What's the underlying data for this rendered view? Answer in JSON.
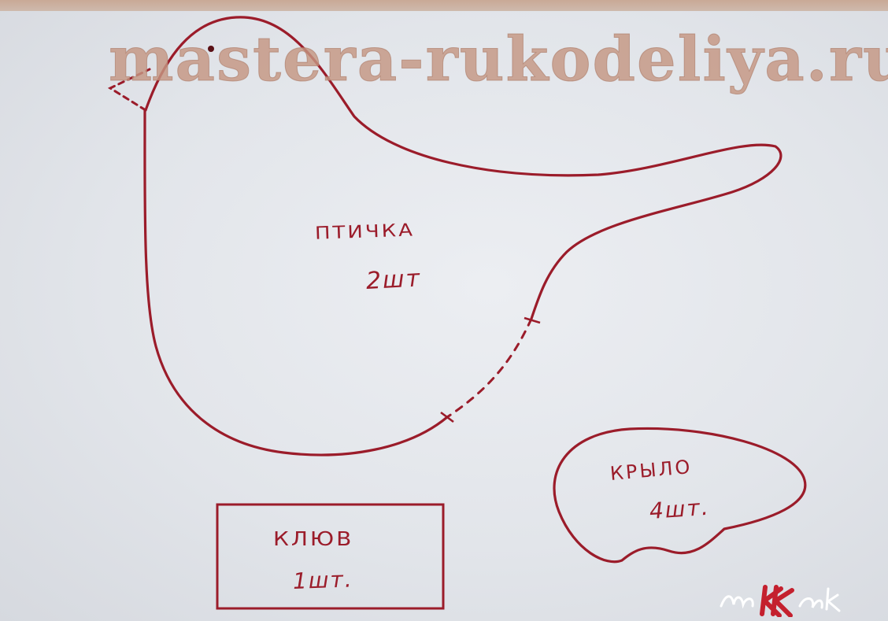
{
  "watermark": "mastera-rukodeliya.ru",
  "labels": {
    "bird_name": "ПТИЧКА",
    "bird_count": "2шт",
    "beak_name": "КЛЮВ",
    "beak_count": "1шт.",
    "wing_name": "КРЫЛО",
    "wing_count": "4шт."
  },
  "signature": "maKKak",
  "colors": {
    "ink": "#9b1c2a",
    "paper": "#e4e6ea",
    "watermark": "#c49682"
  }
}
